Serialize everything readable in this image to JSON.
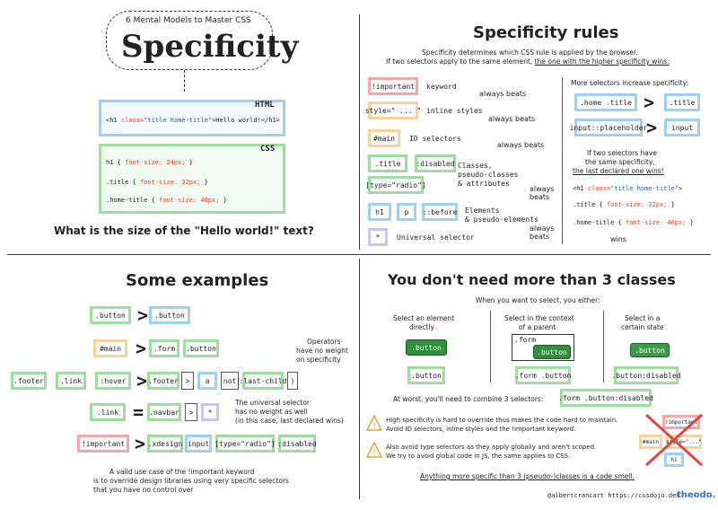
{
  "q1": {
    "bubble_small": "6 Mental Models to Master CSS",
    "bubble_big": "Specificity",
    "html_label": "HTML",
    "html_code_pre": "<h1 ",
    "html_code_attr": "class=",
    "html_code_val": "\"title home-title\"",
    "html_code_post": ">Hello world!</h1>",
    "css_label": "CSS",
    "css_lines": [
      {
        "sel": "h1 { ",
        "prop": "font-size: 24px;",
        "end": " }"
      },
      {
        "sel": ".title { ",
        "prop": "font-size: 32px;",
        "end": " }"
      },
      {
        "sel": ".home-title { ",
        "prop": "font-size: 40px;",
        "end": " }"
      }
    ],
    "question": "What is the size of the \"Hello world!\" text?"
  },
  "q2": {
    "title": "Specificity rules",
    "intro1": "Specificity determines which CSS rule is applied by the browser.",
    "intro2a": "If two selectors apply to the same element, ",
    "intro2b": "the one with the higher specificity wins.",
    "important": "!important",
    "keyword": "keyword",
    "always_beats": "always beats",
    "style_inline": "style=\" ... \"",
    "inline_styles": "inline styles",
    "main": "#main",
    "id_selectors": "ID selectors",
    "title_sel": ".title",
    "disabled_sel": ":disabled",
    "type_radio": "[type=\"radio\"]",
    "classes_label": "Classes,\npseudo-classes\n& attributes",
    "h1": "h1",
    "p": "p",
    "before": "::before",
    "elements_label": "Elements\n& pseudo-elements",
    "universal": "*",
    "universal_label": "Universal selector",
    "more_sel": "More selectors increase specificity:",
    "home_title": ".home .title",
    "title_r": ".title",
    "input_ph": "input::placeholder",
    "input": "input",
    "same_spec1": "If two selectors have",
    "same_spec2": "the same specificity,",
    "same_spec3": "the last declared one wins!",
    "h1_code_pre": "<h1 ",
    "h1_code_attr": "class=",
    "h1_code_val": "\"title home-title\"",
    "h1_code_post": ">",
    "title_line_sel": ".title { ",
    "title_line_prop": "font-size: 32px;",
    "title_line_end": " }",
    "home_line_sel": ".home-title { ",
    "home_line_prop": "font-size: 40px;",
    "home_line_end": " }",
    "wins": "wins"
  },
  "q3": {
    "title": "Some examples",
    "r1a": ".button",
    "r1b": ".button",
    "r2a": "#main",
    "r2b": ".form",
    "r2c": ".button",
    "r3a": ".footer",
    "r3b": ".link",
    "r3c": ":hover",
    "r3d": ".footer",
    "r3e": ">",
    "r3f": "a",
    "r3g": ":not(",
    "r3h": ":last-child",
    "r3i": ")",
    "op_note1": "Operators",
    "op_note2": "have no weight",
    "op_note3": "on specificity",
    "r4a": ".link",
    "r4b": ".navbar",
    "r4c": ">",
    "r4d": "*",
    "univ_note1": "The universal selector",
    "univ_note2": "has no weight as well",
    "univ_note3": "(in this case, last declared wins)",
    "r5a": "!important",
    "r5b": ".xdesign",
    "r5c": "input",
    "r5d": "[type=\"radio\"]",
    "r5e": ":disabled",
    "foot1": "A valid use case of the !important keyword",
    "foot2": "is to override design libraries using very specific selectors",
    "foot3": "that you have no control over",
    "eq": "="
  },
  "q4": {
    "title": "You don't need more than 3 classes",
    "intro": "When you want to select, you either:",
    "c1a": "Select an element",
    "c1b": "directly",
    "c2a": "Select in the context",
    "c2b": "of a parent",
    "c3a": "Select in a",
    "c3b": "certain state",
    "btn": ".button",
    "form": ".form",
    "sel1": ".button",
    "sel2": ".form .button",
    "sel3": ".button:disabled",
    "worst": "At worst, you'll need to combine 3 selectors:",
    "worst_sel": ".form .button:disabled",
    "warn1a": "High specificity is hard to override thus makes the code hard to maintain.",
    "warn1b": "Avoid ID selectors, inline styles and the !important keyword.",
    "warn2a": "Also avoid type selectors as they apply globally and aren't scoped.",
    "warn2b": "We try to avoid global code in JS, the same applies to CSS.",
    "x_important": "!important",
    "x_main": "#main",
    "x_style": "style=\"...\"",
    "x_h1": "h1",
    "smell": "Anything more specific than 3 (pseudo-)classes is a code smell.",
    "credit": "@albertcrancart  https://cssdojo.dev",
    "brand": "theodo."
  }
}
